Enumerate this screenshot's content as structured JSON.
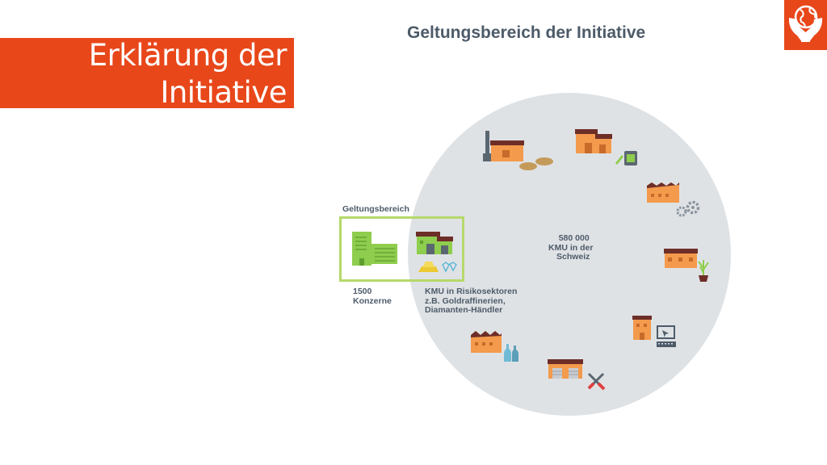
{
  "slide": {
    "title_line1": "Erklärung der",
    "title_line2": "Initiative",
    "heading": "Geltungsbereich der Initiative"
  },
  "diagram": {
    "scope_label": "Geltungsbereich",
    "corporations_line1": "1500",
    "corporations_line2": "Konzerne",
    "risk_line1": "KMU in Risikosektoren",
    "risk_line2": "z.B. Goldraffinerien,",
    "risk_line3": "Diamanten-Händler",
    "sme_line1": "580 000",
    "sme_line2": "KMU in der",
    "sme_line3": "Schweiz"
  },
  "colors": {
    "accent": "#e8471a",
    "heading_text": "#4d5b69",
    "scope_green": "#b5d96a",
    "building_orange": "#f39a4c",
    "roof_brown": "#6e2e28",
    "circle_grey": "#dfe2e5"
  },
  "icons": [
    "globe-hands-logo-icon",
    "office-tower-icon",
    "factory-icon",
    "gold-bars-icon",
    "diamonds-icon",
    "bread-icon",
    "paint-bucket-icon",
    "gear-icon",
    "plant-icon",
    "computer-icon",
    "tools-icon",
    "bottles-icon"
  ]
}
